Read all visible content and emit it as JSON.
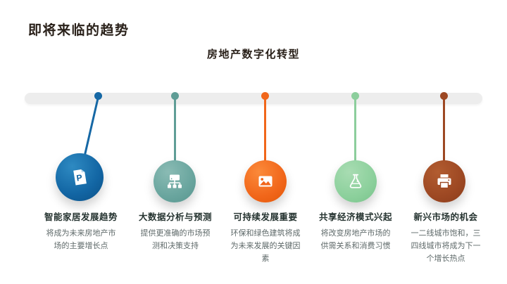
{
  "slide": {
    "title": "即将来临的趋势",
    "subtitle": "房地产数字化转型"
  },
  "timeline": {
    "bar_color": "#ededed",
    "items": [
      {
        "heading": "智能家居发展趋势",
        "description": "将成为未来房地产市场的主要增长点",
        "color": "#1668a5",
        "icon": "document-p-icon",
        "icon_label": "P"
      },
      {
        "heading": "大数据分析与预测",
        "description": "提供更准确的市场预测和决策支持",
        "color": "#5f9d96",
        "icon": "sitemap-icon"
      },
      {
        "heading": "可持续发展重要",
        "description": "环保和绿色建筑将成为未来发展的关键因素",
        "color": "#f1661a",
        "icon": "image-icon"
      },
      {
        "heading": "共享经济模式兴起",
        "description": "将改变房地产市场的供需关系和消费习惯",
        "color": "#8cce9c",
        "icon": "flask-icon"
      },
      {
        "heading": "新兴市场的机会",
        "description": "一二线城市饱和，三四线城市将成为下一个增长热点",
        "color": "#9d4823",
        "icon": "printer-icon"
      }
    ]
  }
}
